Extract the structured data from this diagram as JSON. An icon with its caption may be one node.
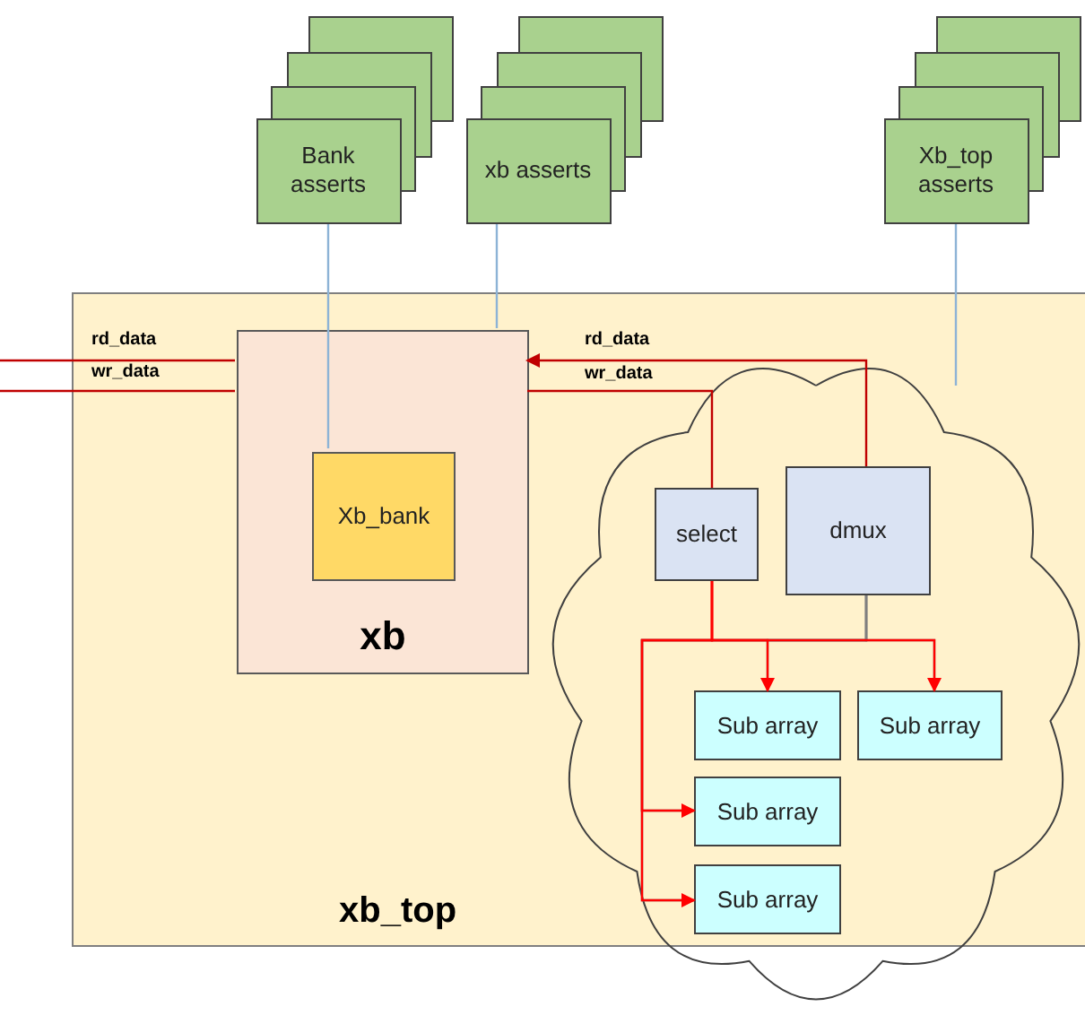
{
  "diagram": {
    "nodes": [
      {
        "text": [
          "Bank asserts"
        ]
      },
      {
        "text": [
          "xb asserts"
        ]
      },
      {
        "text": [
          "Xb_top asserts"
        ]
      },
      {
        "text": [
          "xb_top"
        ]
      },
      {
        "text": [
          "xb"
        ],
        "in": 3
      },
      {
        "text": [
          "Xb_bank"
        ],
        "in": 4
      },
      {
        "text": [],
        "shape": "cloud"
      },
      {
        "text": [
          "select"
        ],
        "in": 6
      },
      {
        "text": [
          "dmux"
        ],
        "in": 6
      },
      {
        "text": [
          "Sub array"
        ],
        "in": 6
      },
      {
        "text": [
          "Sub array"
        ],
        "in": 6
      },
      {
        "text": [
          "Sub array"
        ],
        "in": 6
      },
      {
        "text": [
          "Sub array"
        ],
        "in": 6
      }
    ],
    "edges": [
      {
        "from": 0,
        "to": 5,
        "arrow": "none",
        "color": "#8db3d6"
      },
      {
        "from": 1,
        "to": 4,
        "arrow": "none",
        "color": "#8db3d6"
      },
      {
        "from": 2,
        "to": 6,
        "arrow": "none",
        "color": "#8db3d6"
      },
      {
        "from": null,
        "to": 4,
        "arrow": "none",
        "label": "rd_data",
        "color": "#c00000"
      },
      {
        "from": null,
        "to": 4,
        "arrow": "none",
        "label": "wr_data",
        "color": "#c00000"
      },
      {
        "from": 8,
        "to": 4,
        "arrow": "to",
        "label": "rd_data",
        "color": "#c00000"
      },
      {
        "from": 4,
        "to": 7,
        "arrow": "none",
        "label": "wr_data",
        "color": "#c00000"
      },
      {
        "from": 8,
        "to": 9,
        "arrow": "none",
        "color": "#7f7f7f"
      },
      {
        "from": 8,
        "to": 10,
        "arrow": "none",
        "color": "#7f7f7f"
      },
      {
        "from": 8,
        "to": 11,
        "arrow": "none",
        "color": "#7f7f7f"
      },
      {
        "from": 8,
        "to": 12,
        "arrow": "none",
        "color": "#7f7f7f"
      },
      {
        "from": 7,
        "to": 9,
        "arrow": "to",
        "color": "#ff0000"
      },
      {
        "from": 7,
        "to": 10,
        "arrow": "to",
        "color": "#ff0000"
      },
      {
        "from": 7,
        "to": 11,
        "arrow": "to",
        "color": "#ff0000"
      },
      {
        "from": 7,
        "to": 12,
        "arrow": "to",
        "color": "#ff0000"
      }
    ]
  }
}
